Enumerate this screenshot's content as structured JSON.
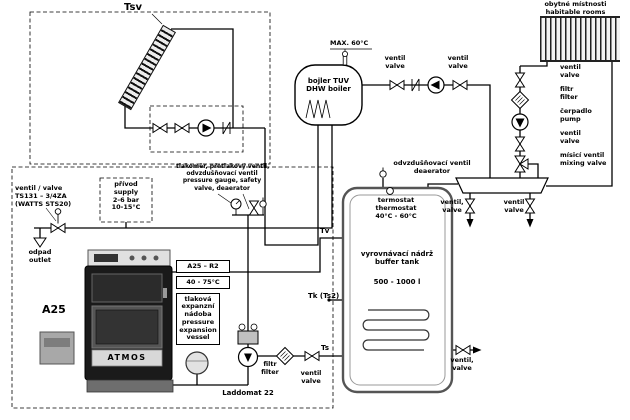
{
  "colors": {
    "line": "#000000",
    "boiler_body": "#1a1a1a",
    "panel_gray": "#d8d8d8"
  },
  "solar": {
    "sensor_label": "Tsv"
  },
  "rooms": {
    "label": [
      "obytné místnosti",
      "habitable rooms"
    ]
  },
  "dhw": {
    "max_temp": "MAX. 60°C",
    "name": [
      "bojler TUV",
      "DHW boiler"
    ],
    "valve_left_label": [
      "ventil",
      "valve"
    ],
    "valve_right_label": [
      "ventil",
      "valve"
    ]
  },
  "radiator_circuit": {
    "valve1": [
      "ventil",
      "valve"
    ],
    "filter": [
      "filtr",
      "filter"
    ],
    "pump": [
      "čerpadlo",
      "pump"
    ],
    "valve2": [
      "ventil",
      "valve"
    ],
    "mixing_valve": [
      "mísicí ventil",
      "mixing valve"
    ]
  },
  "safety_group": {
    "label": [
      "tlakoměr, přetlakový ventil,",
      "odvzdušňovací ventil",
      "pressure gauge, safety",
      "valve, deaerator"
    ]
  },
  "deaerator": {
    "label": [
      "odvzdušňovací ventil",
      "deaerator"
    ]
  },
  "thermal_valve": {
    "label": [
      "ventil / valve",
      "TS131 – 3/4ZA",
      "(WATTS STS20)"
    ]
  },
  "water_supply": {
    "label": [
      "přívod",
      "supply",
      "2-6 bar",
      "10-15°C"
    ]
  },
  "drain": {
    "label": [
      "odpad",
      "outlet"
    ]
  },
  "thermostat": {
    "label": [
      "termostat",
      "thermostat",
      "40°C - 60°C"
    ]
  },
  "buffer_tank": {
    "name": [
      "vyrovnávací nádrž",
      "buffer tank"
    ],
    "volume": "500 - 1000 l",
    "sensor_tv": "Tv",
    "sensor_tk": "Tk (Ts2)",
    "sensor_ts": "Ts",
    "drain_valve_label": [
      "ventil,",
      "valve"
    ]
  },
  "distributor": {
    "valve_left_label": [
      "ventil,",
      "valve"
    ],
    "valve_right_label": [
      "ventil",
      "valve"
    ]
  },
  "boiler": {
    "model": "A25",
    "brand": "ATMOS",
    "output_code": "A25 – R2",
    "temp_range": "40 - 75°C"
  },
  "expansion_vessel": {
    "label": [
      "tlaková",
      "expanzní",
      "nádoba",
      "pressure",
      "expansion",
      "vessel"
    ]
  },
  "laddomat": {
    "name": "Laddomat 22",
    "filter_label": [
      "filtr",
      "filter"
    ],
    "valve_label": [
      "ventil",
      "valve"
    ]
  }
}
